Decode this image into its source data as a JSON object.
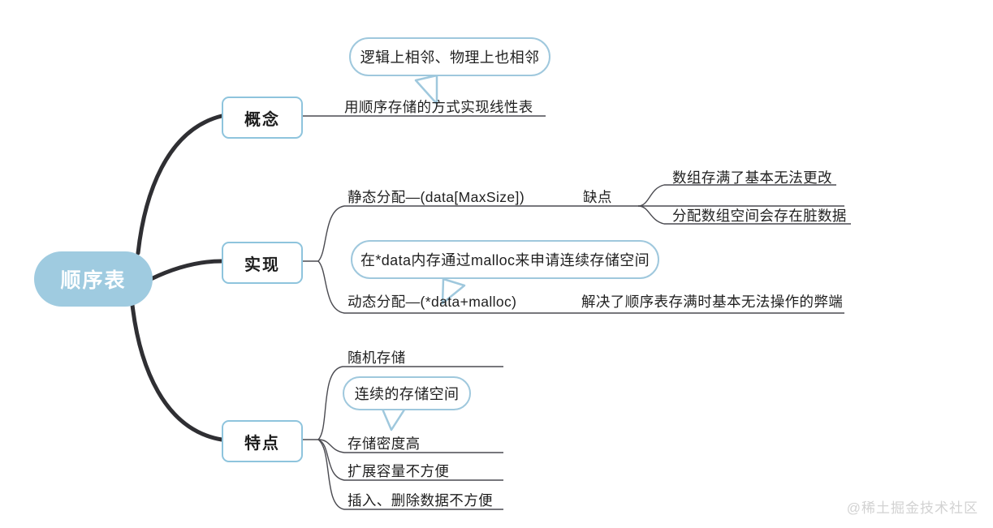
{
  "diagram": {
    "title": "顺序表",
    "type": "mindmap",
    "colors": {
      "root_fill": "#9fcbe0",
      "root_text": "#ffffff",
      "node_border": "#8ec4dd",
      "callout_border": "#9fc8dd",
      "main_connector": "#2f2f33",
      "sub_connector": "#4a4a50",
      "leaf_text": "#1f1f1f",
      "watermark": "#d2d2d2"
    }
  },
  "root": {
    "label": "顺序表"
  },
  "branches": [
    {
      "id": "gainian",
      "label": "概念",
      "leaves": [
        {
          "text": "用顺序存储的方式实现线性表"
        }
      ],
      "callouts": [
        {
          "text": "逻辑上相邻、物理上也相邻"
        }
      ]
    },
    {
      "id": "shixian",
      "label": "实现",
      "leaves": [
        {
          "text": "静态分配—(data[MaxSize])"
        },
        {
          "text": "缺点"
        },
        {
          "text": "数组存满了基本无法更改"
        },
        {
          "text": "分配数组空间会存在脏数据"
        },
        {
          "text": "动态分配—(*data+malloc)"
        },
        {
          "text": "解决了顺序表存满时基本无法操作的弊端"
        }
      ],
      "callouts": [
        {
          "text": "在*data内存通过malloc来申请连续存储空间"
        }
      ]
    },
    {
      "id": "tedian",
      "label": "特点",
      "leaves": [
        {
          "text": "随机存储"
        },
        {
          "text": "存储密度高"
        },
        {
          "text": "扩展容量不方便"
        },
        {
          "text": "插入、删除数据不方便"
        }
      ],
      "callouts": [
        {
          "text": "连续的存储空间"
        }
      ]
    }
  ],
  "watermark": {
    "text": "@稀土掘金技术社区"
  }
}
